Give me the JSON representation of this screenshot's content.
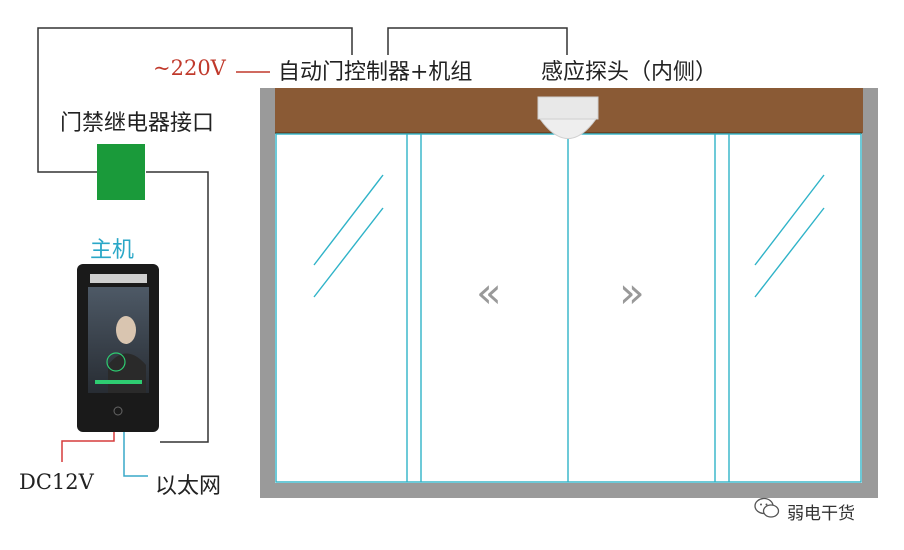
{
  "labels": {
    "controller": "自动门控制器+机组",
    "voltage": "~220V",
    "sensor": "感应探头（内侧）",
    "relay_interface": "门禁继电器接口",
    "host": "主机",
    "dc_power": "DC12V",
    "ethernet": "以太网"
  },
  "arrows": {
    "left": "«",
    "right": "»"
  },
  "watermark": {
    "text": "弱电干货",
    "icon": "wechat-icon"
  },
  "colors": {
    "header_beam": "#8a5a35",
    "door_frame": "#9a9a9a",
    "glass_edge": "#2fb3c8",
    "relay_box": "#1a9a3a",
    "voltage_text": "#c0392b",
    "host_text": "#2aa7c7",
    "dc_wire": "#d63b3b",
    "eth_wire": "#39a9c9"
  }
}
